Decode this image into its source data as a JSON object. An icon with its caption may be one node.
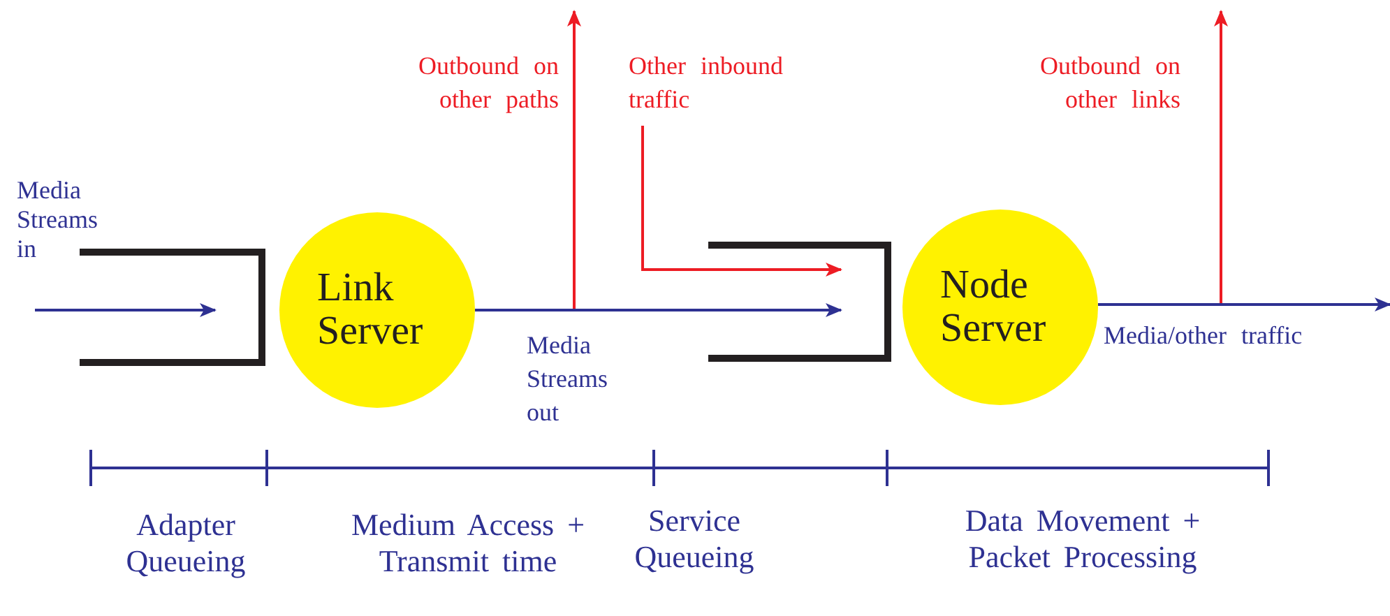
{
  "diagram": {
    "nodes": [
      {
        "text": [],
        "shape": "box"
      },
      {
        "text": [
          "Link Server"
        ]
      },
      {
        "text": [],
        "shape": "box"
      },
      {
        "text": [
          "Node Server"
        ]
      }
    ],
    "edges": [
      {
        "from": null,
        "to": 0,
        "arrow": "to"
      },
      {
        "from": 1,
        "to": 2,
        "arrow": "to",
        "label": "Media Streams out"
      },
      {
        "from": 1,
        "to": null,
        "arrow": "to",
        "label": "Outbound on other paths",
        "color": "#ed1c24"
      },
      {
        "from": null,
        "to": 2,
        "arrow": "to",
        "label": "Other inbound traffic",
        "color": "#ed1c24"
      },
      {
        "from": 3,
        "to": null,
        "arrow": "to",
        "label": "Media/other traffic"
      },
      {
        "from": 3,
        "to": null,
        "arrow": "to",
        "label": "Outbound on other links",
        "color": "#ed1c24"
      }
    ],
    "labels": [
      "Media Streams in",
      "Adapter Queueing",
      "Medium Access + Transmit time",
      "Service Queueing",
      "Data Movement + Packet Processing"
    ]
  }
}
